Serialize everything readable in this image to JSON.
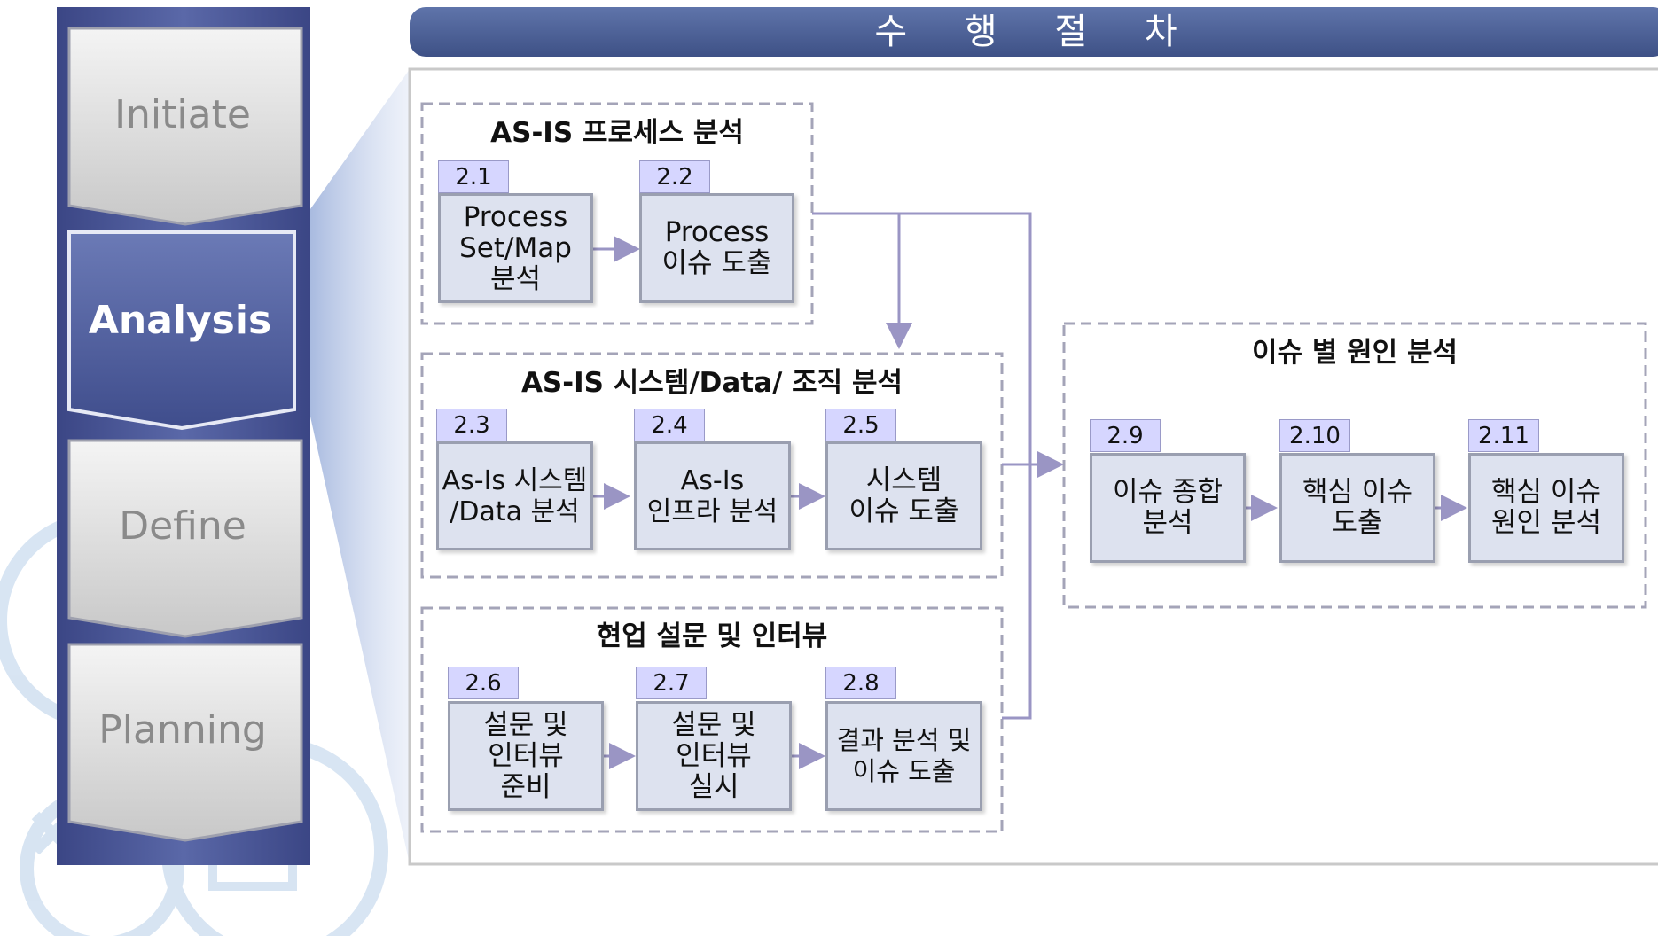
{
  "header": {
    "title": "수 행 절 차"
  },
  "phases": [
    {
      "label": "Initiate",
      "active": false
    },
    {
      "label": "Analysis",
      "active": true
    },
    {
      "label": "Define",
      "active": false
    },
    {
      "label": "Planning",
      "active": false
    }
  ],
  "groups": {
    "asis_process": {
      "title": "AS-IS 프로세스 분석",
      "steps": [
        {
          "num": "2.1",
          "label": "Process\nSet/Map\n분석"
        },
        {
          "num": "2.2",
          "label": "Process\n이슈 도출"
        }
      ]
    },
    "asis_system": {
      "title": "AS-IS 시스템/Data/ 조직 분석",
      "steps": [
        {
          "num": "2.3",
          "label": "As-Is 시스템\n/Data 분석"
        },
        {
          "num": "2.4",
          "label": "As-Is\n인프라 분석"
        },
        {
          "num": "2.5",
          "label": "시스템\n이슈 도출"
        }
      ]
    },
    "survey": {
      "title": "현업 설문 및 인터뷰",
      "steps": [
        {
          "num": "2.6",
          "label": "설문 및\n인터뷰\n준비"
        },
        {
          "num": "2.7",
          "label": "설문 및\n인터뷰\n실시"
        },
        {
          "num": "2.8",
          "label": "결과 분석 및\n이슈 도출"
        }
      ]
    },
    "root_cause": {
      "title": "이슈 별 원인 분석",
      "steps": [
        {
          "num": "2.9",
          "label": "이슈 종합\n분석"
        },
        {
          "num": "2.10",
          "label": "핵심 이슈\n도출"
        },
        {
          "num": "2.11",
          "label": "핵심 이슈\n원인 분석"
        }
      ]
    }
  },
  "colors": {
    "header": "#4a5e92",
    "phase_active": "#5a6aa8",
    "phase_inactive": "#d6d6d6",
    "connector": "#9a95c4",
    "step_num_bg": "#d6d6ff",
    "step_box_bg": "#dde2ef"
  }
}
